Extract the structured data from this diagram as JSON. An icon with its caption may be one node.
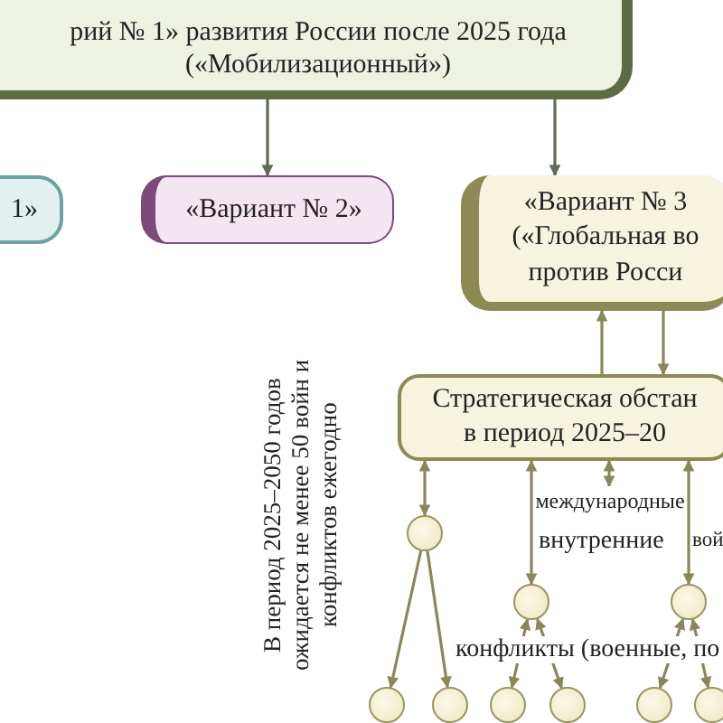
{
  "diagram": {
    "nodes": [
      {
        "text": [
          "рий № 1» развития России после 2025 года («Мобилизационный»)"
        ]
      },
      {
        "text": [
          "1»"
        ]
      },
      {
        "text": [
          "«Вариант № 2»"
        ]
      },
      {
        "text": [
          "«Вариант № 3 («Глобальная во против Росси"
        ]
      },
      {
        "text": [
          "Стратегическая обстан в период 2025–20"
        ]
      },
      {
        "text": [],
        "shape": "circle"
      },
      {
        "text": [],
        "shape": "circle"
      },
      {
        "text": [],
        "shape": "circle"
      },
      {
        "text": [],
        "shape": "circle"
      },
      {
        "text": [],
        "shape": "circle"
      },
      {
        "text": [],
        "shape": "circle"
      },
      {
        "text": [],
        "shape": "circle"
      },
      {
        "text": [],
        "shape": "circle"
      },
      {
        "text": [],
        "shape": "circle"
      },
      {
        "text": [
          "международные"
        ]
      }
    ],
    "edges": [
      {
        "from": 0,
        "to": 2,
        "arrow": "to"
      },
      {
        "from": 0,
        "to": 3,
        "arrow": "to"
      },
      {
        "from": 4,
        "to": 3,
        "arrow": "to"
      },
      {
        "from": 3,
        "to": 4,
        "arrow": "to"
      },
      {
        "from": 4,
        "to": 5,
        "arrow": "both"
      },
      {
        "from": 4,
        "to": 6,
        "arrow": "both"
      },
      {
        "from": 4,
        "to": 14,
        "arrow": "both"
      },
      {
        "from": 4,
        "to": 7,
        "arrow": "both"
      },
      {
        "from": 5,
        "to": 8,
        "arrow": "to"
      },
      {
        "from": 5,
        "to": 9,
        "arrow": "to"
      },
      {
        "from": 6,
        "to": 10,
        "arrow": "both"
      },
      {
        "from": 6,
        "to": 11,
        "arrow": "both"
      },
      {
        "from": 7,
        "to": 12,
        "arrow": "both"
      },
      {
        "from": 7,
        "to": 13,
        "arrow": "both"
      }
    ],
    "labels": [
      "В период 2025–2050 годов ожидается не менее 50 войн и конфликтов ежегодно",
      "внутренние",
      "вой",
      "конфликты (военные, по"
    ]
  }
}
